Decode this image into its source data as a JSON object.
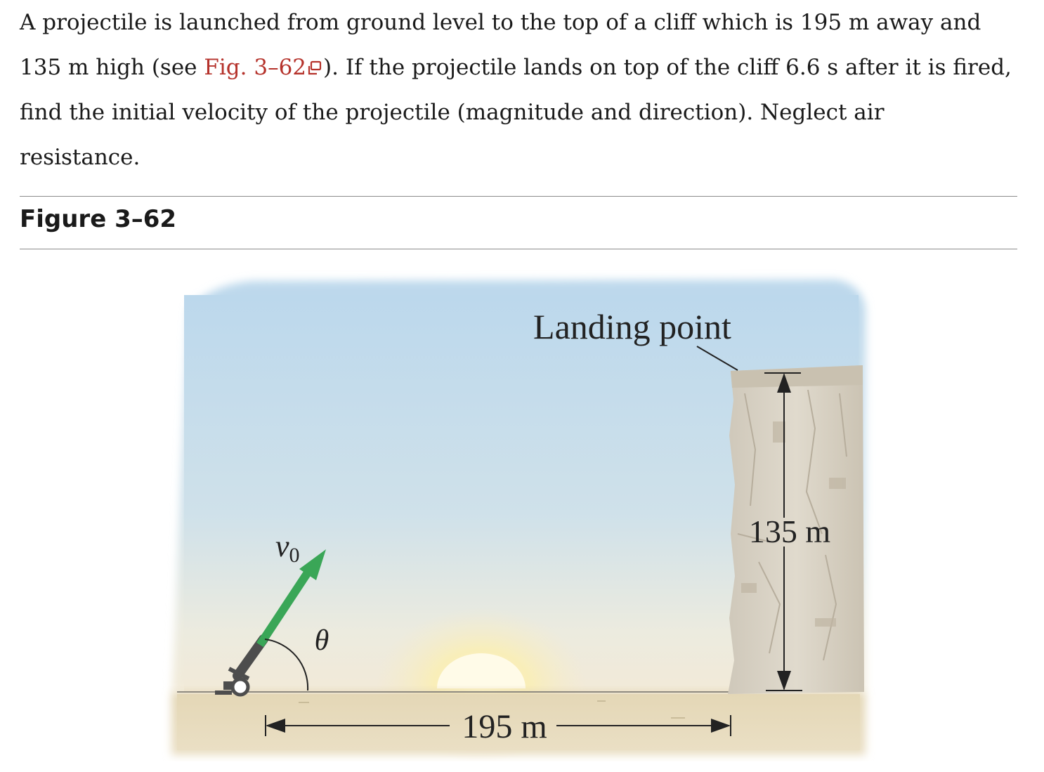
{
  "problem": {
    "line1": "A projectile is launched from ground level to the top of a cliff which is 195 m away and",
    "line2_pre": "135 m high (see ",
    "line2_link": "Fig. 3–62",
    "line2_post": "). If the projectile lands on top of the cliff 6.6 s after it is fired,",
    "line3": "find the initial velocity of the projectile (magnitude and direction). Neglect air",
    "line4": "resistance."
  },
  "figure": {
    "title": "Figure 3–62",
    "landing_label": "Landing point",
    "height_label": "135 m",
    "distance_label": "195 m",
    "velocity_label": "v",
    "velocity_subscript": "0",
    "angle_label": "θ"
  },
  "colors": {
    "link": "#b5322b",
    "arrow": "#3aa657",
    "sky_top": "#b9d7ec",
    "ground": "#e6d8b8",
    "cliff": "#d9d2c5"
  },
  "icons": [
    "external-link-icon",
    "cannon-icon",
    "sun-icon"
  ]
}
